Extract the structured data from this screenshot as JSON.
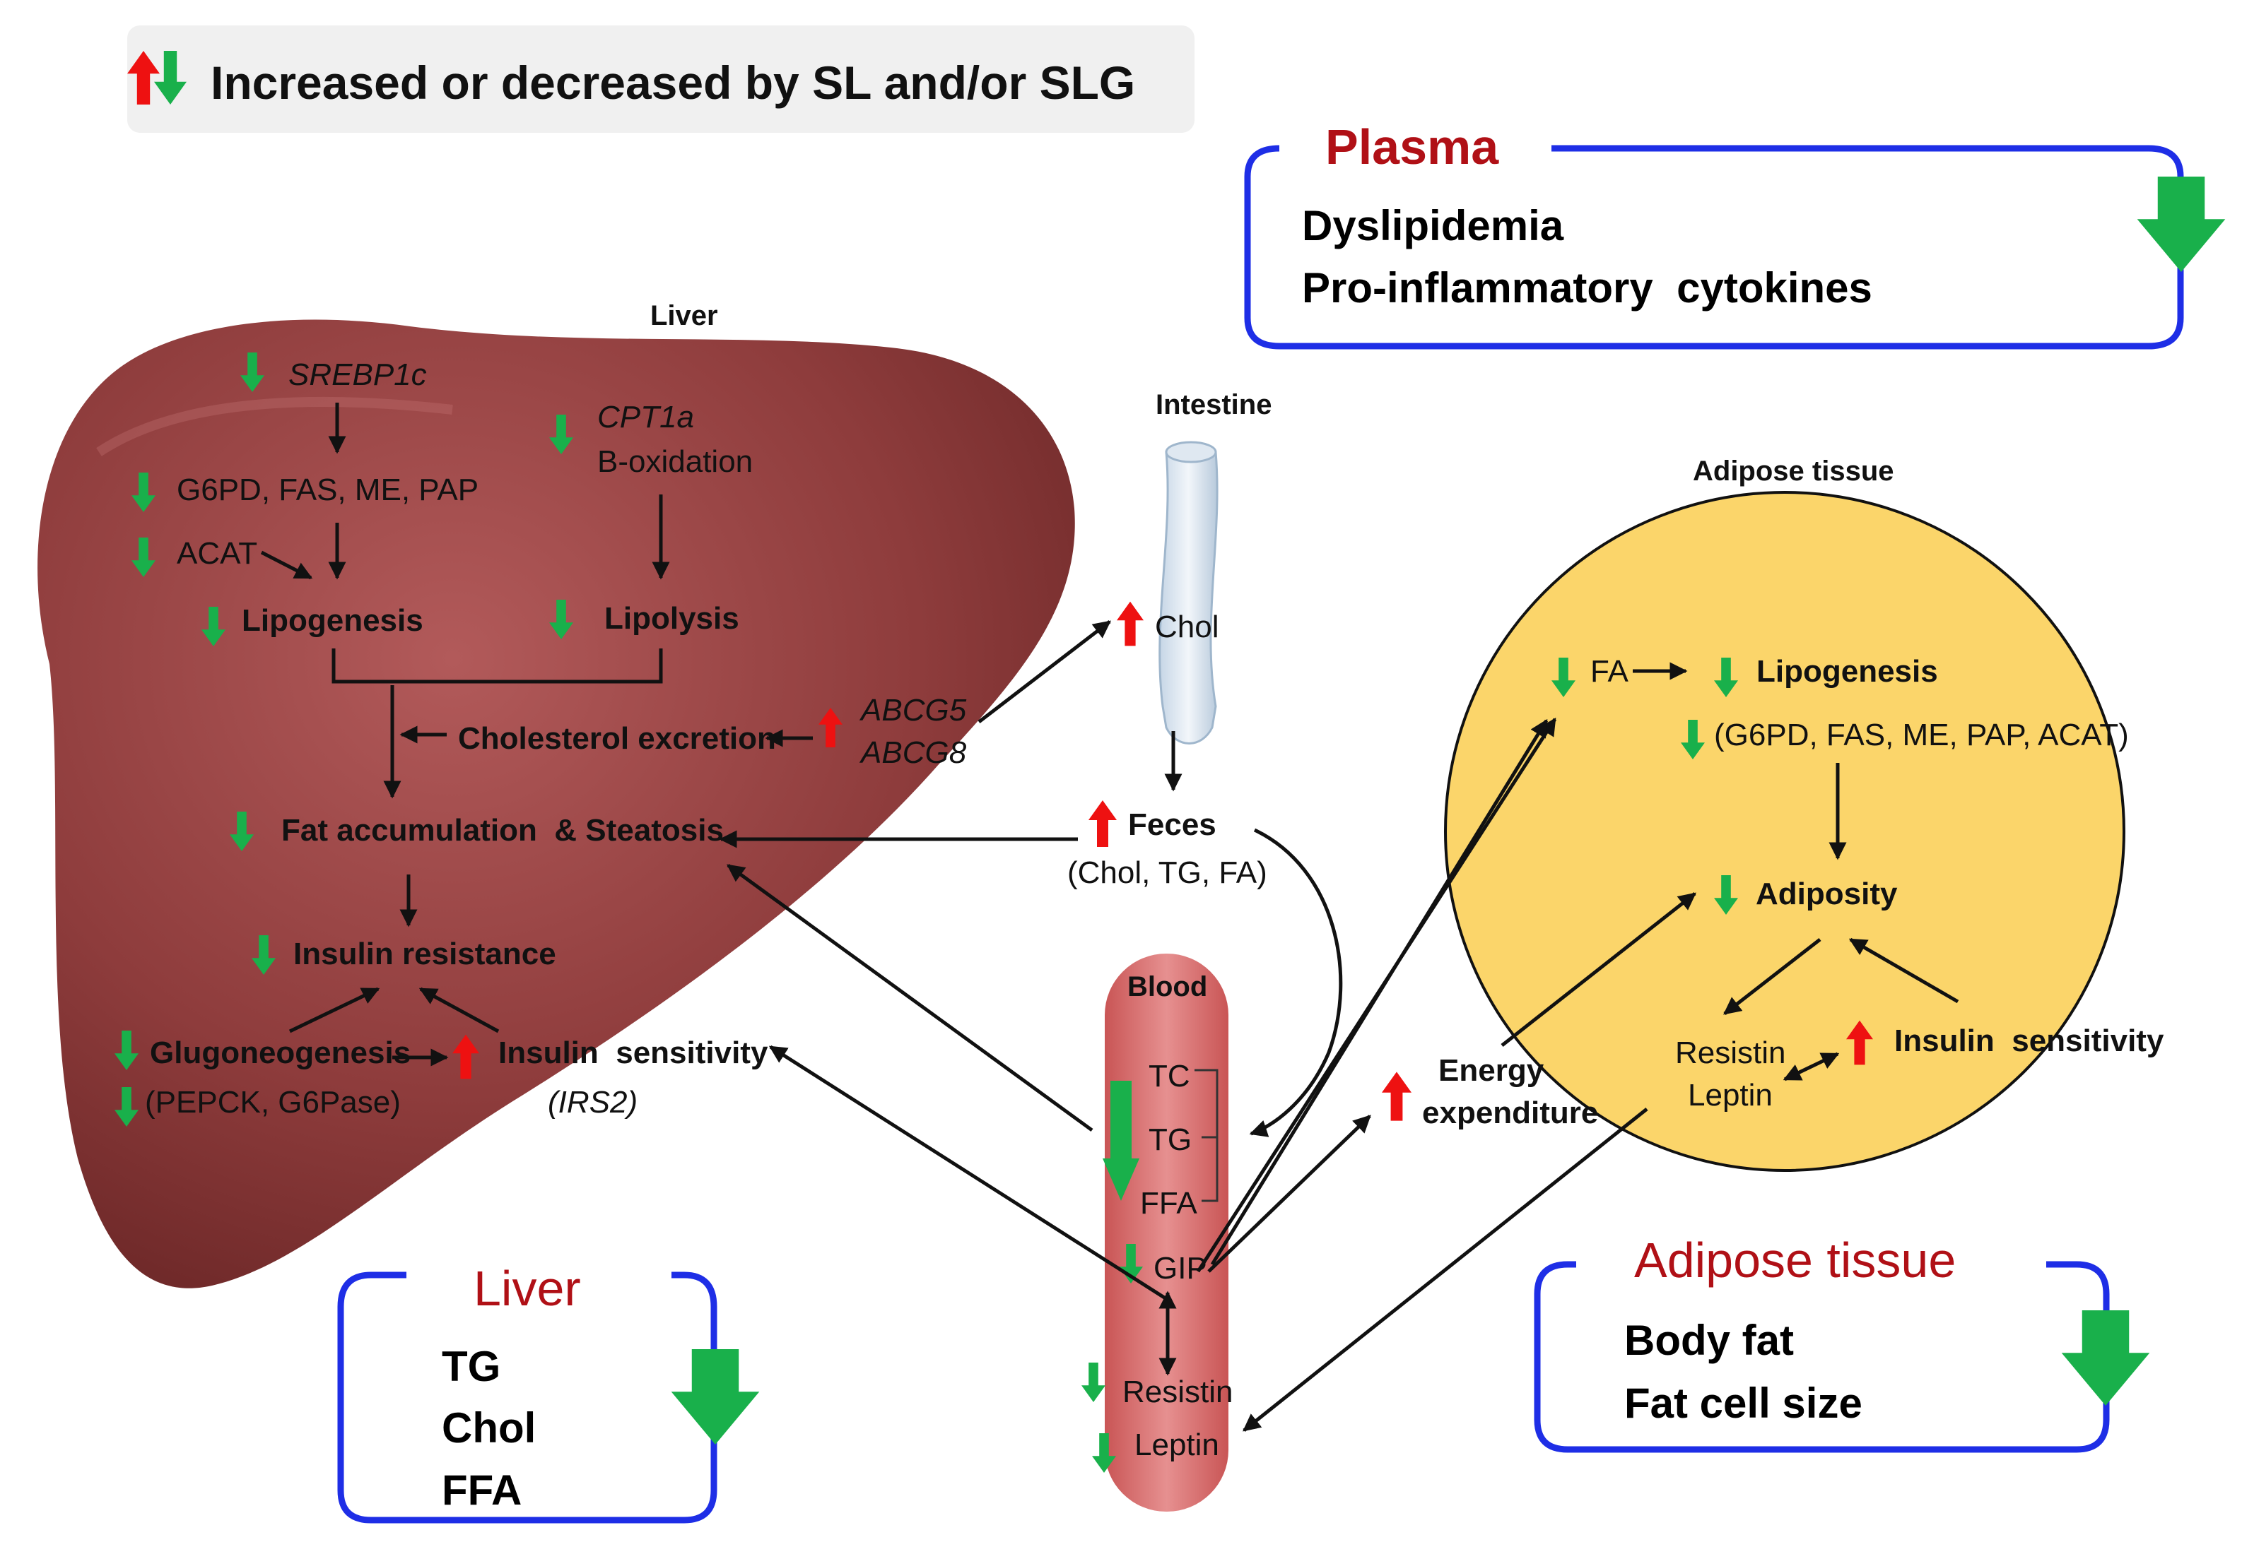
{
  "legend": {
    "text": "Increased or decreased by SL and/or SLG"
  },
  "colors": {
    "up": "#ee1111",
    "down": "#19b04b",
    "box_border": "#1e2ee6",
    "box_title": "#b01016",
    "liver": "#8b3a3a",
    "adipose": "#fbd56a",
    "blood": "#d96e6e"
  },
  "icons": {
    "up": "red-up-arrow",
    "down": "green-down-arrow"
  },
  "plasma_box": {
    "title": "Plasma",
    "items": [
      "Dyslipidemia",
      "Pro-inflammatory  cytokines"
    ]
  },
  "liver_box": {
    "title": "Liver",
    "items": [
      "TG",
      "Chol",
      "FFA"
    ]
  },
  "adipose_box": {
    "title": "Adipose tissue",
    "items": [
      "Body fat",
      "Fat cell size"
    ]
  },
  "liver": {
    "heading": "Liver",
    "srebp1c": "SREBP1c",
    "enzymes": "G6PD, FAS, ME, PAP",
    "acat": "ACAT",
    "lipogenesis": "Lipogenesis",
    "cpt1a": "CPT1a",
    "boxidation": "B-oxidation",
    "lipolysis": "Lipolysis",
    "chol_excretion": "Cholesterol excretion",
    "abcg5": "ABCG5",
    "abcg8": "ABCG8",
    "fat_accumulation": "Fat accumulation  & Steatosis",
    "insulin_resistance": "Insulin resistance",
    "gluconeogenesis": "Glugoneogenesis",
    "gluco_enzymes": "(PEPCK, G6Pase)",
    "insulin_sensitivity": "Insulin  sensitivity",
    "irs2": "(IRS2)"
  },
  "intestine": {
    "heading": "Intestine",
    "chol": "Chol",
    "feces": "Feces",
    "feces_detail": "(Chol, TG, FA)"
  },
  "blood": {
    "heading": "Blood",
    "tc": "TC",
    "tg": "TG",
    "ffa": "FFA",
    "gip": "GIP",
    "resistin": "Resistin",
    "leptin": "Leptin"
  },
  "energy": {
    "line1": "Energy",
    "line2": "expenditure"
  },
  "adipose": {
    "heading": "Adipose tissue",
    "fa": "FA",
    "lipogenesis": "Lipogenesis",
    "enzymes": "(G6PD, FAS, ME, PAP, ACAT)",
    "adiposity": "Adiposity",
    "resistin": "Resistin",
    "leptin": "Leptin",
    "insulin_sensitivity": "Insulin  sensitivity"
  }
}
